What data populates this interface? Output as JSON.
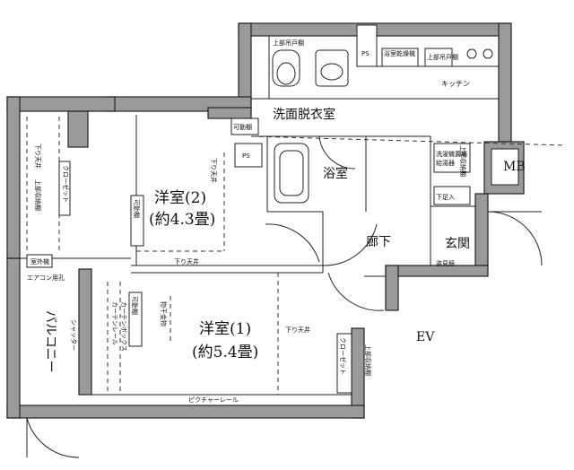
{
  "rooms": {
    "western1_name": "洋室(1)",
    "western1_size": "(約5.4畳)",
    "western2_name": "洋室(2)",
    "western2_size": "(約4.3畳)",
    "washroom": "洗面脱衣室",
    "bathroom": "浴室",
    "corridor": "廊下",
    "entrance": "玄関",
    "kitchen": "キッチン",
    "balcony": "バルコニー",
    "mb": "MB",
    "ev": "EV"
  },
  "small_labels": {
    "closet1": "クローゼット",
    "closet2": "クローゼット",
    "ps1": "PS",
    "ps2": "PS",
    "lower_ceiling1": "下り天井",
    "lower_ceiling2": "下り天井",
    "lower_ceiling3": "下り天井",
    "lower_ceiling4": "下り天井",
    "picture_rail": "ピクチャーレール",
    "upper_shelf1": "上部吊戸棚",
    "upper_shelf2": "上部吊戸棚",
    "upper_shelf3": "上部収納棚",
    "upper_shelf4": "上部収納棚",
    "upper_shelf5": "上部収納棚",
    "aircon_hole": "エアコン用孔",
    "outdoor_unit": "室外機",
    "shutter": "シャッター",
    "curtain_box": "カーテンボックス",
    "curtain_rail": "カーテンレール",
    "storage_shelf": "可動棚",
    "step_up": "下足入",
    "shoe_box": "姿見鏡",
    "cloth_hanger": "物干金物",
    "drying_unit": "浴室乾燥機",
    "washer": "洗濯機置場",
    "gas_meter": "給湯器",
    "side_storage1": "可動棚",
    "side_storage2": "可動棚"
  }
}
